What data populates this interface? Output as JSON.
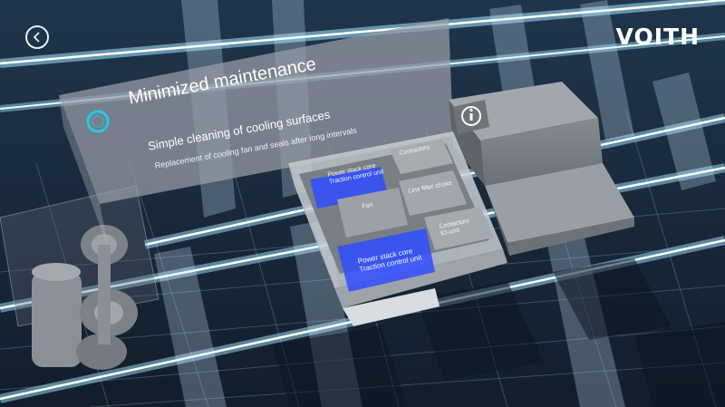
{
  "brand": {
    "logo": "VOITH"
  },
  "nav": {
    "back_icon": "chevron-left-icon"
  },
  "panel": {
    "title": "Minimized maintenance",
    "subtitle": "Simple cleaning of cooling surfaces",
    "description": "Replacement of cooling fan and seals after long intervals",
    "title_icon": "ring-icon"
  },
  "info": {
    "icon": "info-icon"
  },
  "modules": {
    "contactors_top": "Contactors",
    "power_stack_top_line1": "Power stack core",
    "power_stack_top_line2": "Traction control unit",
    "fan": "Fan",
    "line_filter": "Line filter choke",
    "contactors_io_line1": "Contactors",
    "contactors_io_line2": "IO-unit",
    "power_stack_bottom_line1": "Power stack core",
    "power_stack_bottom_line2": "Traction control unit"
  },
  "colors": {
    "accent_cyan": "#27c8e8",
    "highlight_blue": "#2f4dff",
    "panel_gray": "#8a9098"
  }
}
